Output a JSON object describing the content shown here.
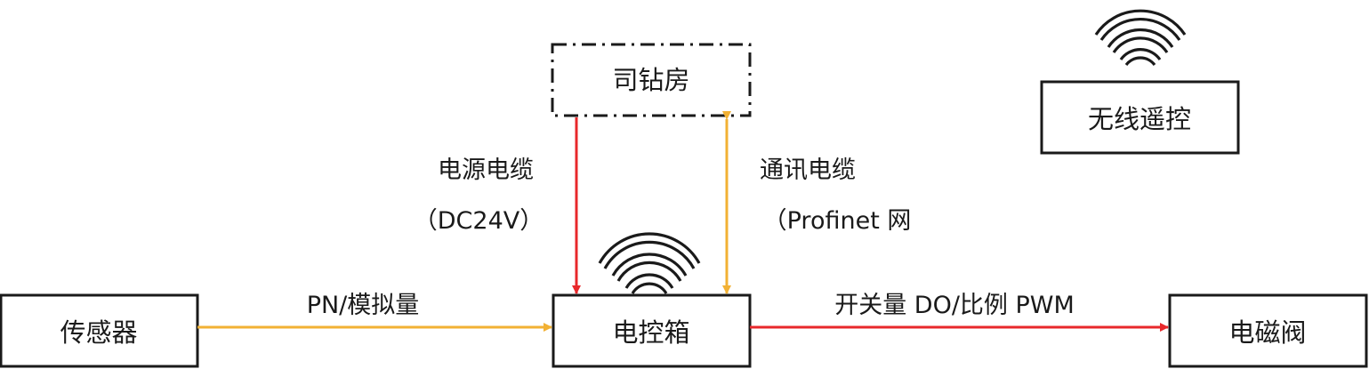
{
  "nodes": {
    "driller_room": "司钻房",
    "wireless_remote": "无线遥控",
    "sensor": "传感器",
    "control_box": "电控箱",
    "solenoid_valve": "电磁阀"
  },
  "edges": {
    "power_cable": {
      "label": "电源电缆",
      "sub": "（DC24V）"
    },
    "comm_cable": {
      "label": "通讯电缆",
      "sub": "（Profinet 网"
    },
    "sensor_signal": {
      "label": "PN/模拟量"
    },
    "valve_signal": {
      "label": "开关量 DO/比例 PWM"
    }
  },
  "icons": {
    "wireless_top": "wifi-icon",
    "wireless_control_box": "wifi-icon"
  },
  "colors": {
    "red_arrow": "#e8282b",
    "yellow_arrow": "#f2b134",
    "box_border": "#1a1a1a"
  }
}
